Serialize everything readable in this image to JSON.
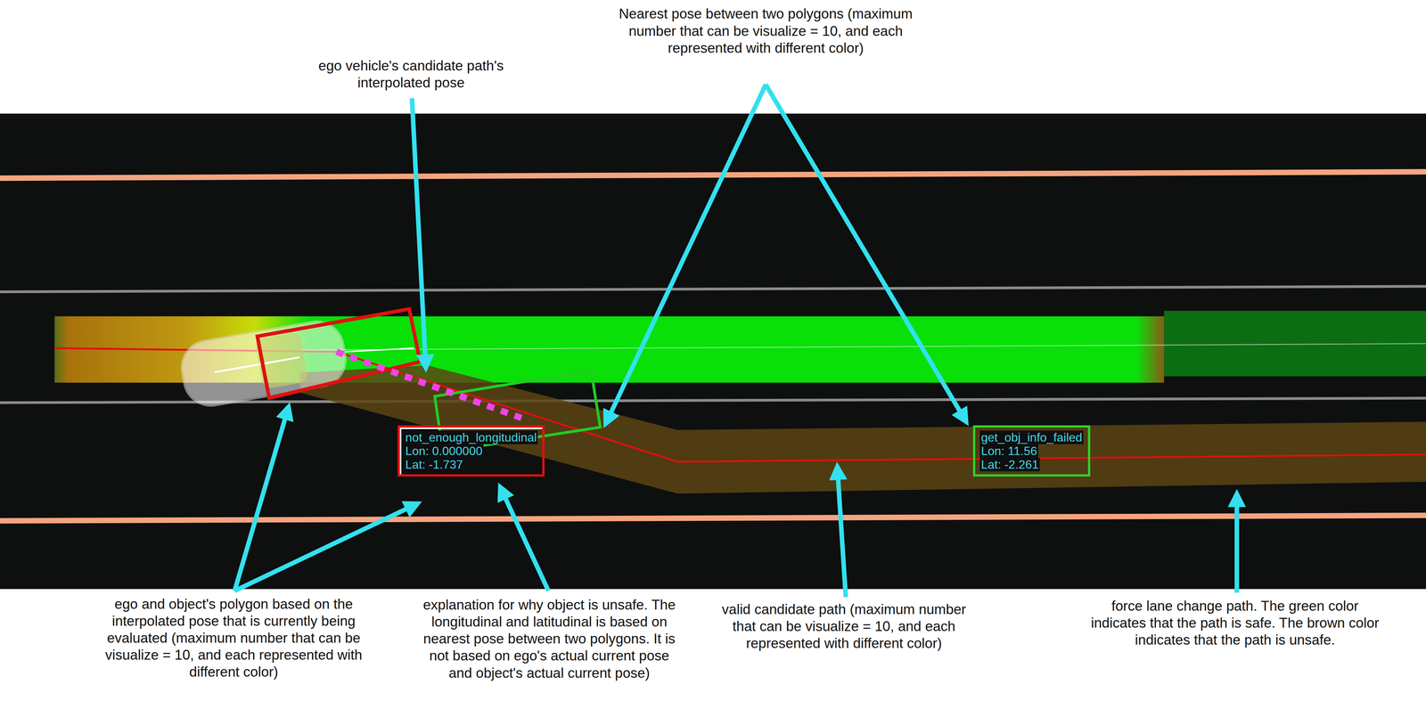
{
  "diagram": {
    "nodes": [
      {
        "text": [
          "not_enough_longitudinal",
          "Lon: 0.000000",
          "Lat: -1.737"
        ]
      },
      {
        "text": [
          "get_obj_info_failed",
          "Lon: 11.56",
          "Lat: -2.261"
        ]
      }
    ],
    "labels": [
      "ego vehicle's candidate path's interpolated pose",
      "Nearest pose between two polygons (maximum number that can be visualize = 10, and each represented with different color)",
      "ego and object's polygon based on the interpolated pose that is currently being evaluated (maximum number that can be visualize = 10, and each represented with different color)",
      "explanation for why object is unsafe. The longitudinal and latitudinal is based on nearest pose between two polygons. It is not based on ego's actual current pose and object's actual current pose)",
      "valid candidate path (maximum number that can be visualize = 10, and each represented with different color)",
      "force lane change path. The green color indicates that the path is safe. The brown color indicates that the path is unsafe."
    ]
  }
}
